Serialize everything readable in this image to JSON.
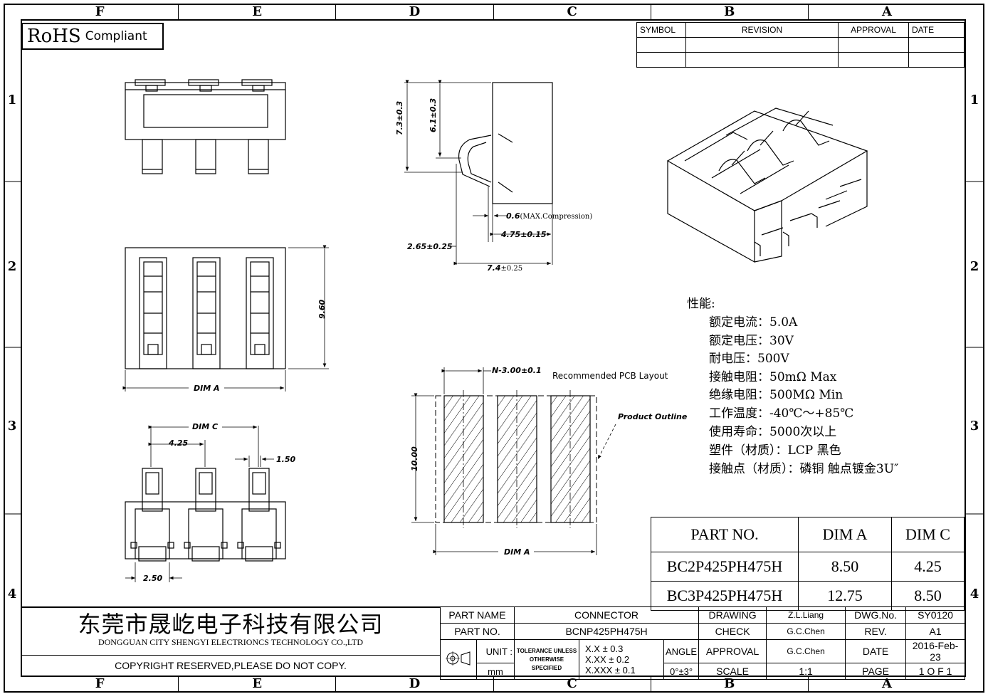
{
  "grid": {
    "columns": [
      "F",
      "E",
      "D",
      "C",
      "B",
      "A"
    ],
    "rows": [
      "1",
      "2",
      "3",
      "4"
    ]
  },
  "rohs": {
    "big": "RoHS",
    "small": "Compliant"
  },
  "revision_table": {
    "headers": [
      "SYMBOL",
      "REVISION",
      "APPROVAL",
      "DATE"
    ]
  },
  "dimensions": {
    "d_7_3": "7.3±0.3",
    "d_6_1": "6.1±0.3",
    "d_0_6": "0.6",
    "d_0_6_note": "(MAX.Compression)",
    "d_4_75": "4.75±0.15",
    "d_2_65": "2.65±0.25",
    "d_7_4": "7.4",
    "d_7_4_tol": "±0.25",
    "d_9_60": "9.60",
    "dim_a": "DIM A",
    "dim_c": "DIM C",
    "d_4_25": "4.25",
    "d_1_50": "1.50",
    "d_2_50": "2.50",
    "pcb_pitch": "N-3.00±0.1",
    "pcb_title": "Recommended PCB Layout",
    "product_outline": "Product Outline",
    "pcb_height": "10.00",
    "pcb_dim_a": "DIM A"
  },
  "specs": {
    "title": "性能:",
    "items": [
      "额定电流：5.0A",
      "额定电压：30V",
      "耐电压：500V",
      "接触电阻：50mΩ Max",
      "绝缘电阻：500MΩ Min",
      "工作温度：-40℃～+85℃",
      "使用寿命：5000次以上",
      "塑件（材质）：LCP 黑色",
      "接触点（材质）：磷铜 触点镀金3U″"
    ]
  },
  "dim_table": {
    "headers": [
      "PART NO.",
      "DIM A",
      "DIM C"
    ],
    "rows": [
      [
        "BC2P425PH475H",
        "8.50",
        "4.25"
      ],
      [
        "BC3P425PH475H",
        "12.75",
        "8.50"
      ]
    ]
  },
  "title_block": {
    "company_cn": "东莞市晟屹电子科技有限公司",
    "company_en": "DONGGUAN CITY SHENGYI ELECTRIONCS TECHNOLOGY CO.,LTD",
    "copyright": "COPYRIGHT RESERVED,PLEASE DO NOT COPY.",
    "part_name_label": "PART NAME",
    "part_name": "CONNECTOR",
    "part_no_label": "PART NO.",
    "part_no": "BCNP425PH475H",
    "unit_label": "UNIT :",
    "unit": "mm",
    "tol_line1": "TOLERANCE UNLESS",
    "tol_line2": "OTHERWISE SPECIFIED",
    "tol_1": "X.X ± 0.3",
    "tol_2": "X.XX ± 0.2",
    "tol_3": "X.XXX ± 0.1",
    "angle_label": "ANGLE",
    "angle": "0°±3°",
    "drawing_label": "DRAWING",
    "drawing": "Z.L.Liang",
    "check_label": "CHECK",
    "check": "G.C.Chen",
    "approval_label": "APPROVAL",
    "approval": "G.C.Chen",
    "scale_label": "SCALE",
    "scale": "1:1",
    "dwg_label": "DWG.No.",
    "dwg": "SY0120",
    "rev_label": "REV.",
    "rev": "A1",
    "date_label": "DATE",
    "date": "2016-Feb-23",
    "page_label": "PAGE",
    "page": "1 O F 1"
  }
}
